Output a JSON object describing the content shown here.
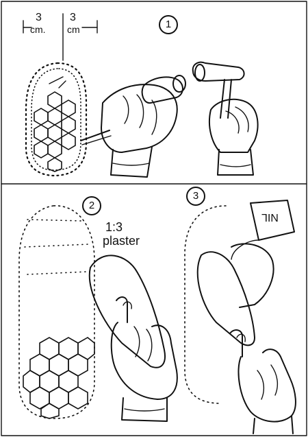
{
  "steps": {
    "step1": "1",
    "step2": "2",
    "step3": "3"
  },
  "measurement": {
    "left_value": "3",
    "left_unit": "cm.",
    "right_value": "3",
    "right_unit": "cm"
  },
  "plaster_label": {
    "ratio": "1:3",
    "word": "plaster"
  },
  "sleeve_text": "NIL",
  "colors": {
    "ink": "#111111",
    "background": "#ffffff"
  }
}
